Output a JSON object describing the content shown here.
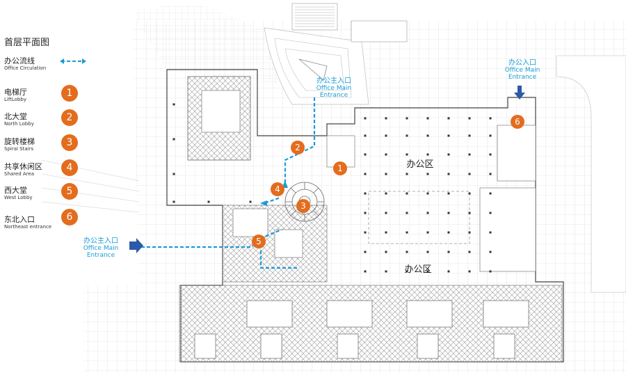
{
  "legend": {
    "title": "首层平面图",
    "circulation": {
      "cn": "办公流线",
      "en": "Office Circulation"
    },
    "items": [
      {
        "num": "1",
        "cn": "电梯厅",
        "en": "LiftLobby"
      },
      {
        "num": "2",
        "cn": "北大堂",
        "en": "North Lobby"
      },
      {
        "num": "3",
        "cn": "旋转楼梯",
        "en": "Spiral Stairs"
      },
      {
        "num": "4",
        "cn": "共享休闲区",
        "en": "Shared Area"
      },
      {
        "num": "5",
        "cn": "西大堂",
        "en": "West Lobby"
      },
      {
        "num": "6",
        "cn": "东北入口",
        "en": "Northeast entrance"
      }
    ]
  },
  "entrances": {
    "north": {
      "cn": "办公主入口",
      "en1": "Office Main",
      "en2": "Entrance"
    },
    "northeast": {
      "cn": "办公入口",
      "en1": "Office Main",
      "en2": "Entrance"
    },
    "west": {
      "cn": "办公主入口",
      "en1": "Office Main",
      "en2": "Entrance"
    }
  },
  "zones": {
    "office_upper": "办公区",
    "office_lower": "办公区"
  },
  "markers": [
    "1",
    "2",
    "3",
    "4",
    "5",
    "6"
  ],
  "colors": {
    "marker": "#e36c1d",
    "circulation": "#1a9bd7",
    "arrow": "#2b5aa8",
    "line": "#555555",
    "grid": "#c8c8c8"
  }
}
